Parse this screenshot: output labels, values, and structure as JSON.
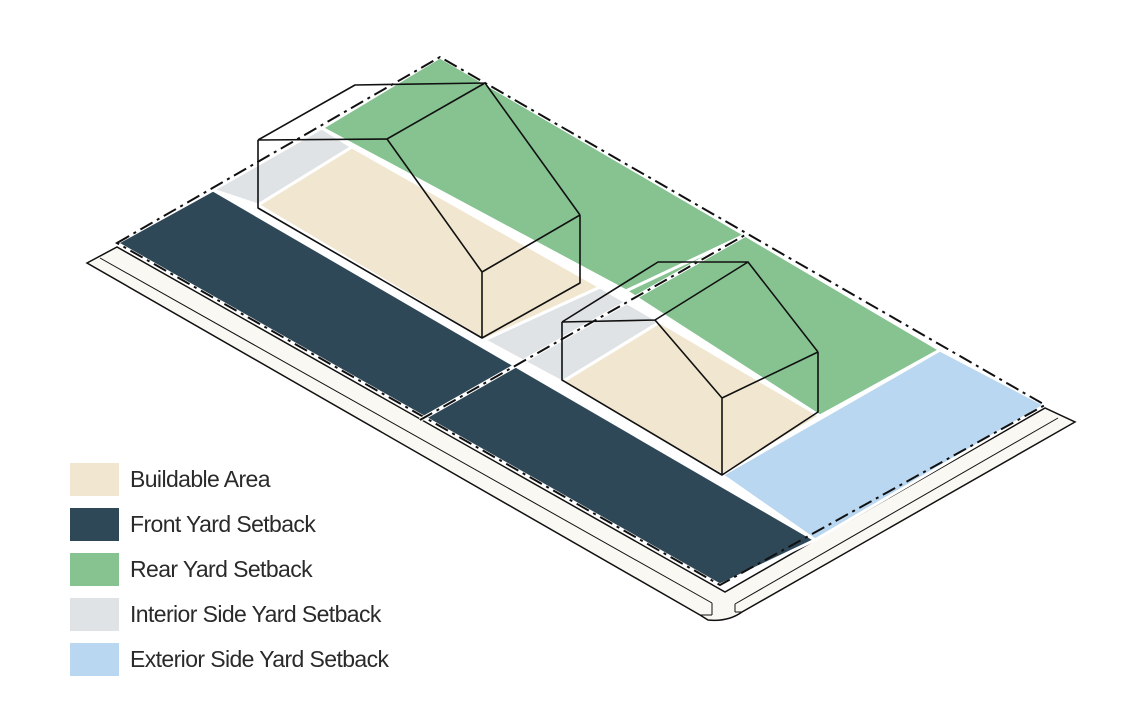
{
  "colors": {
    "buildable": "#f1e6cf",
    "front": "#2f4858",
    "rear": "#86c391",
    "interior": "#e0e3e6",
    "exterior": "#b9d7f0",
    "sidewalk": "#faf8f2",
    "line": "#111111"
  },
  "legend": [
    {
      "label": "Buildable Area",
      "color": "#f1e6cf"
    },
    {
      "label": "Front Yard Setback",
      "color": "#2f4858"
    },
    {
      "label": "Rear Yard Setback",
      "color": "#86c391"
    },
    {
      "label": "Interior Side Yard Setback",
      "color": "#e0e3e6"
    },
    {
      "label": "Exterior Side Yard Setback",
      "color": "#b9d7f0"
    }
  ]
}
